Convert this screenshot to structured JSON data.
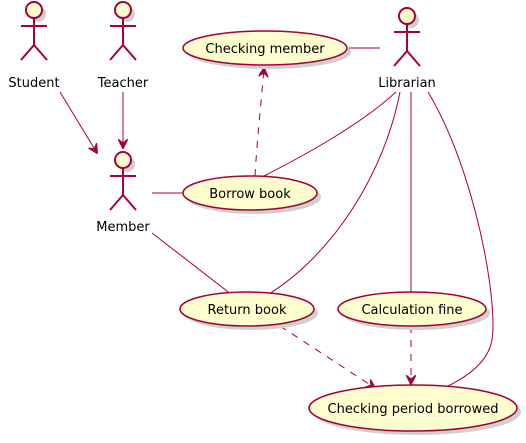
{
  "diagram": {
    "colors": {
      "actor_fill": "#FEFECE",
      "usecase_fill": "#FEFECE",
      "line": "#A80036",
      "text": "#000000",
      "background": "#FFFFFF"
    },
    "actors": {
      "student": "Student",
      "teacher": "Teacher",
      "member": "Member",
      "librarian": "Librarian"
    },
    "use_cases": {
      "checking_member": "Checking member",
      "borrow_book": "Borrow book",
      "return_book": "Return book",
      "calculation_fine": "Calculation fine",
      "checking_period_borrowed": "Checking period borrowed"
    },
    "relations": [
      {
        "from": "Student",
        "to": "Member",
        "type": "generalization-arrow"
      },
      {
        "from": "Teacher",
        "to": "Member",
        "type": "generalization-arrow"
      },
      {
        "from": "Member",
        "to": "Borrow book",
        "type": "association"
      },
      {
        "from": "Member",
        "to": "Return book",
        "type": "association"
      },
      {
        "from": "Librarian",
        "to": "Checking member",
        "type": "association"
      },
      {
        "from": "Librarian",
        "to": "Borrow book",
        "type": "association"
      },
      {
        "from": "Librarian",
        "to": "Return book",
        "type": "association"
      },
      {
        "from": "Librarian",
        "to": "Calculation fine",
        "type": "association"
      },
      {
        "from": "Librarian",
        "to": "Checking period borrowed",
        "type": "association"
      },
      {
        "from": "Borrow book",
        "to": "Checking member",
        "type": "dependency"
      },
      {
        "from": "Return book",
        "to": "Checking period borrowed",
        "type": "dependency"
      },
      {
        "from": "Calculation fine",
        "to": "Checking period borrowed",
        "type": "dependency"
      }
    ]
  }
}
